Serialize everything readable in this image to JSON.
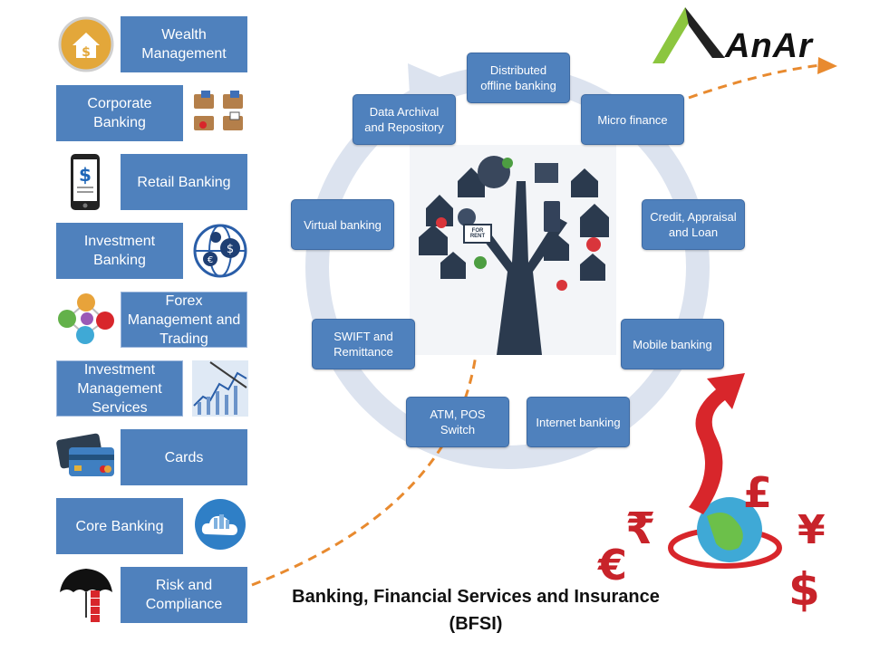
{
  "logo": {
    "text": "AnAr",
    "colors": {
      "green": "#8cc63f",
      "dark": "#222222",
      "accent": "#e88a2f"
    }
  },
  "left_column": {
    "items": [
      {
        "label": "Wealth Management",
        "icon": "house-dollar-icon"
      },
      {
        "label": "Corporate Banking",
        "icon": "briefcase-cards-icon"
      },
      {
        "label": "Retail Banking",
        "icon": "mobile-dollar-icon"
      },
      {
        "label": "Investment Banking",
        "icon": "globe-currency-icon"
      },
      {
        "label": "Forex Management and Trading",
        "icon": "currency-molecule-icon"
      },
      {
        "label": "Investment Management Services",
        "icon": "stock-chart-icon"
      },
      {
        "label": "Cards",
        "icon": "credit-cards-icon"
      },
      {
        "label": "Core Banking",
        "icon": "cloud-server-icon"
      },
      {
        "label": "Risk and Compliance",
        "icon": "umbrella-risk-icon"
      }
    ]
  },
  "cycle": {
    "nodes": [
      {
        "label": "Distributed offline banking"
      },
      {
        "label": "Micro finance"
      },
      {
        "label": "Credit, Appraisal and Loan"
      },
      {
        "label": "Mobile banking"
      },
      {
        "label": "Internet banking"
      },
      {
        "label": "ATM, POS Switch"
      },
      {
        "label": "SWIFT and Remittance"
      },
      {
        "label": "Virtual banking"
      },
      {
        "label": "Data Archival and Repository"
      }
    ],
    "center_sign": "FOR RENT"
  },
  "title": {
    "line1": "Banking, Financial Services and Insurance",
    "line2": "(BFSI)"
  },
  "colors": {
    "box": "#4f81bd",
    "ring": "#dce3ef",
    "arrow": "#e88a2f",
    "red": "#d8262b"
  }
}
